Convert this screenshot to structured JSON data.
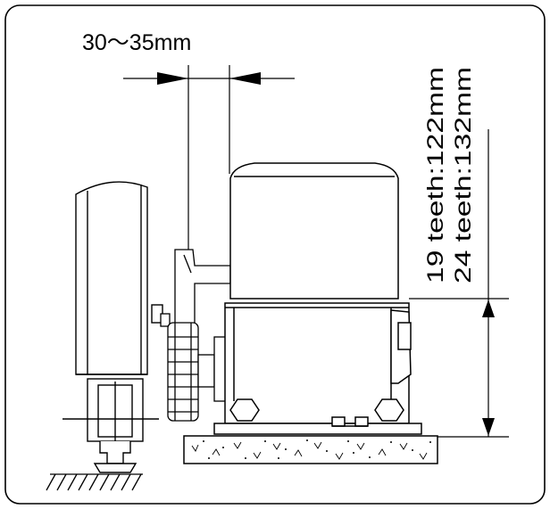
{
  "gap_label": "30～35mm",
  "height_labels": {
    "teeth19": "19 teeth:122mm",
    "teeth24": "24 teeth:132mm"
  },
  "colors": {
    "line": "#000000",
    "background": "#ffffff"
  }
}
